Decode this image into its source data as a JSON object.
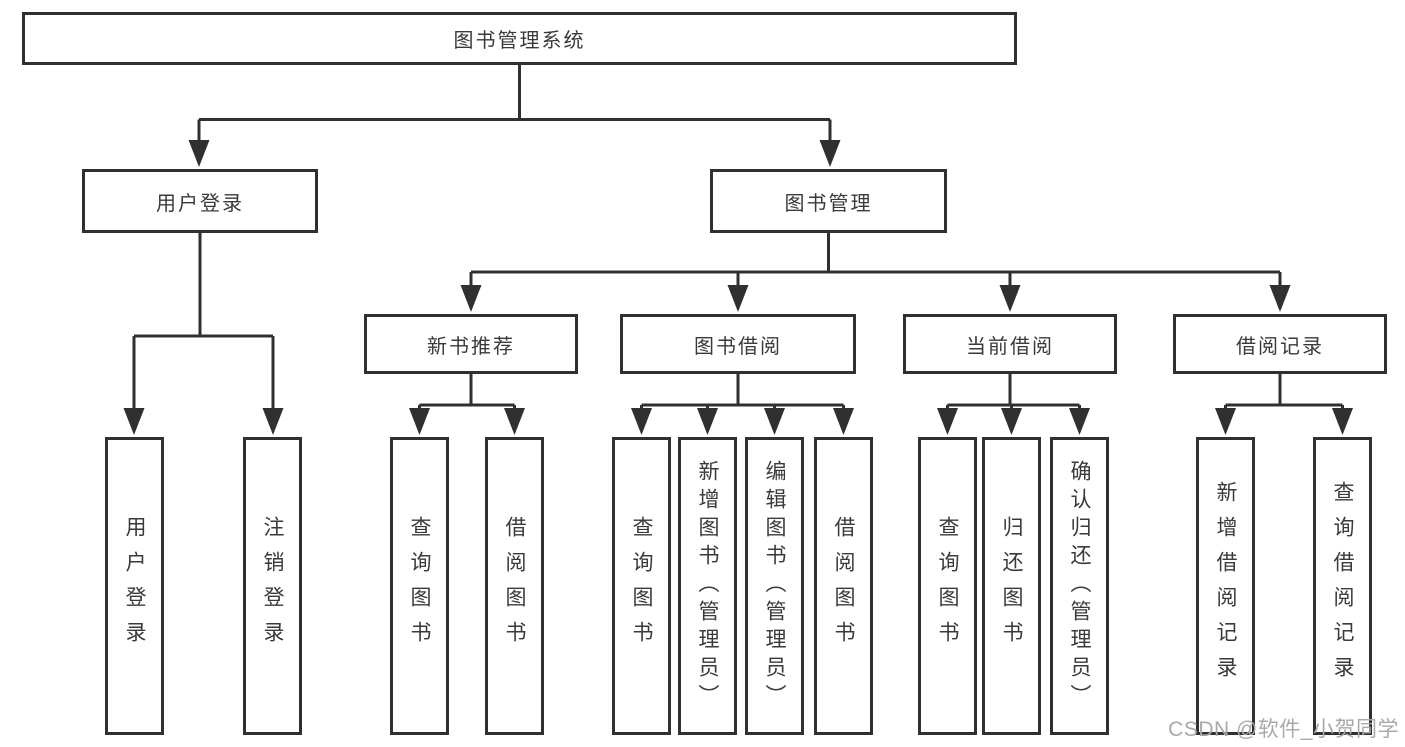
{
  "diagram_type": "hierarchy-tree",
  "colors": {
    "ink": "#303030",
    "text": "#3a3a3a",
    "box-bg": "#ffffff",
    "page-bg": "#ffffff",
    "watermark": "#a9a9a9"
  },
  "watermark": "CSDN @软件_小贺同学",
  "tree": {
    "label": "图书管理系统",
    "children": [
      {
        "label": "用户登录",
        "children": [
          {
            "label": "用户登录"
          },
          {
            "label": "注销登录"
          }
        ]
      },
      {
        "label": "图书管理",
        "children": [
          {
            "label": "新书推荐",
            "children": [
              {
                "label": "查询图书"
              },
              {
                "label": "借阅图书"
              }
            ]
          },
          {
            "label": "图书借阅",
            "children": [
              {
                "label": "查询图书"
              },
              {
                "label": "新增图书（管理员）"
              },
              {
                "label": "编辑图书（管理员）"
              },
              {
                "label": "借阅图书"
              }
            ]
          },
          {
            "label": "当前借阅",
            "children": [
              {
                "label": "查询图书"
              },
              {
                "label": "归还图书"
              },
              {
                "label": "确认归还（管理员）"
              }
            ]
          },
          {
            "label": "借阅记录",
            "children": [
              {
                "label": "新增借阅记录"
              },
              {
                "label": "查询借阅记录"
              }
            ]
          }
        ]
      }
    ]
  }
}
